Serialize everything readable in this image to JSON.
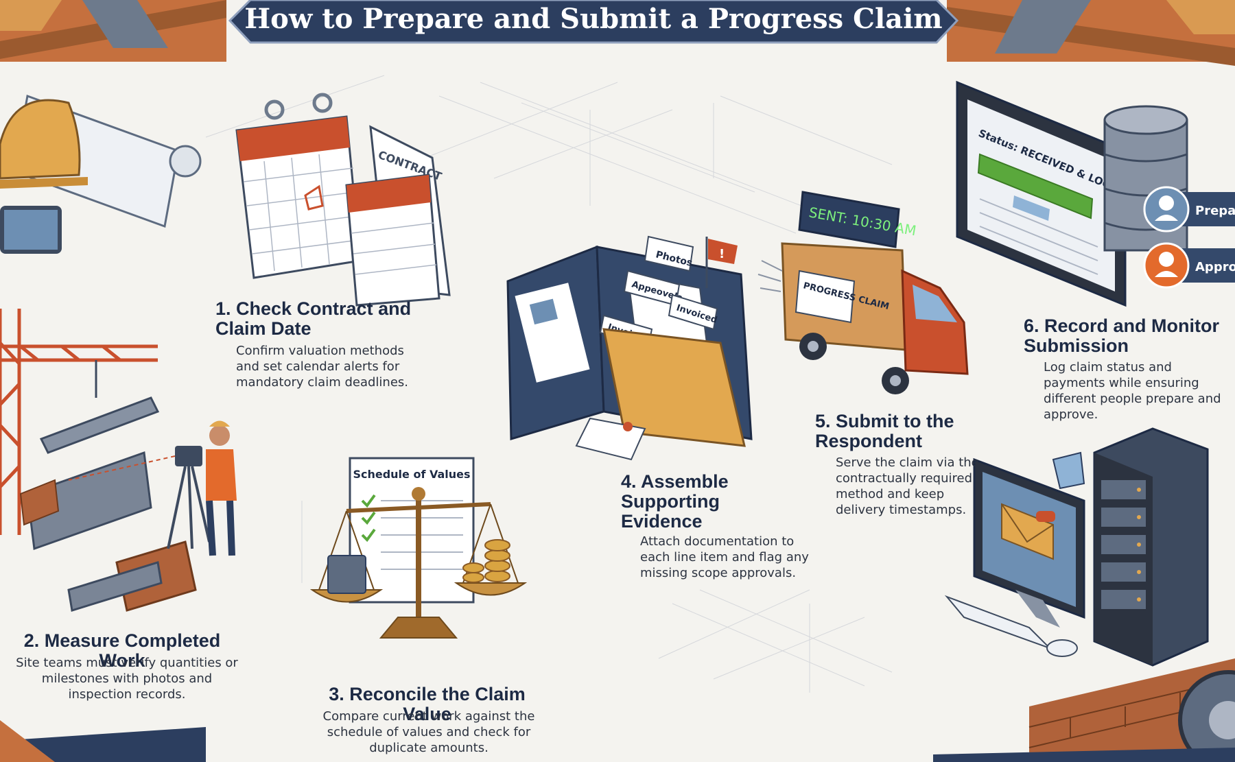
{
  "title": "How to Prepare and Submit a Progress Claim",
  "colors": {
    "navy": "#2c3e5f",
    "accent": "#c9502d",
    "paper": "#f4f3ef",
    "ink": "#1d2a44",
    "folder": "#e2a84f",
    "green": "#5aa83c"
  },
  "steps": [
    {
      "number": 1,
      "title": "1. Check Contract and Claim Date",
      "description": "Confirm valuation methods and set calendar alerts for mandatory claim deadlines."
    },
    {
      "number": 2,
      "title": "2. Measure Completed Work",
      "description": "Site teams must verify quantities or milestones with photos and inspection records."
    },
    {
      "number": 3,
      "title": "3. Reconcile the Claim Value",
      "description": "Compare current work against the schedule of values and check for duplicate amounts."
    },
    {
      "number": 4,
      "title": "4. Assemble Supporting Evidence",
      "description": "Attach documentation to each line item and flag any missing scope approvals."
    },
    {
      "number": 5,
      "title": "5. Submit to the Respondent",
      "description": "Serve the claim via the contractually required method and keep delivery timestamps."
    },
    {
      "number": 6,
      "title": "6. Record and Monitor Submission",
      "description": "Log claim status and payments while ensuring different people prepare and approve."
    }
  ],
  "illustration_labels": {
    "contract": "CONTRACT",
    "schedule_of_values": "Schedule of Values",
    "photos_tab": "Photos",
    "approvals_tab": "Appeovels",
    "invoices_tab": "Invoiced",
    "invoices_tab_2": "Invoices",
    "truck_sign": "SENT: 10:30 AM",
    "truck_box": "PROGRESS CLAIM",
    "tablet_status": "Status: RECEIVED & LOGGED",
    "prepare_badge": "Prepare",
    "approve_badge": "Approve"
  },
  "icons": [
    "hard-hat-icon",
    "calendar-icon",
    "crane-icon",
    "surveyor-icon",
    "scale-icon",
    "folder-icon",
    "flag-icon",
    "truck-icon",
    "tablet-icon",
    "database-icon",
    "user-icon",
    "monitor-icon",
    "envelope-icon",
    "server-rack-icon",
    "gear-icon"
  ]
}
